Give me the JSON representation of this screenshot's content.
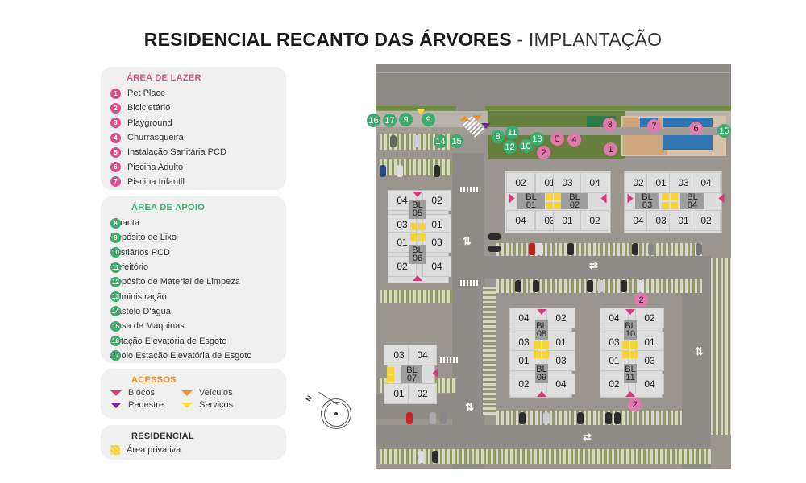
{
  "title": {
    "main": "RESIDENCIAL RECANTO DAS ÁRVORES",
    "sub": "- IMPLANTAÇÃO"
  },
  "legend": {
    "lazer": {
      "heading": "ÁREA DE LAZER",
      "color": "#d94f8a",
      "items": [
        {
          "n": "1",
          "label": "Pet Place"
        },
        {
          "n": "2",
          "label": "Bicicletário"
        },
        {
          "n": "3",
          "label": "Playground"
        },
        {
          "n": "4",
          "label": "Churrasqueira"
        },
        {
          "n": "5",
          "label": "Instalação Sanitária PCD"
        },
        {
          "n": "6",
          "label": "Piscina Adulto"
        },
        {
          "n": "7",
          "label": "Piscina Infantil"
        }
      ]
    },
    "apoio": {
      "heading": "ÁREA DE APOIO",
      "color": "#3dab6e",
      "items": [
        {
          "n": "8",
          "label": "Guarita"
        },
        {
          "n": "9",
          "label": "Depósito de Lixo"
        },
        {
          "n": "10",
          "label": "Vestiários PCD"
        },
        {
          "n": "11",
          "label": "Refeitório"
        },
        {
          "n": "12",
          "label": "Depósito de Material de Limpeza"
        },
        {
          "n": "13",
          "label": "Administração"
        },
        {
          "n": "14",
          "label": "Castelo D'água"
        },
        {
          "n": "15",
          "label": "Casa de Máquinas"
        },
        {
          "n": "16",
          "label": "Estação Elevatória de Esgoto"
        },
        {
          "n": "17",
          "label": "Apoio Estação Elevatória de Esgoto"
        }
      ]
    },
    "acessos": {
      "heading": "ACESSOS",
      "color": "#f0902c",
      "items": [
        {
          "label": "Blocos",
          "color": "#d63a7e"
        },
        {
          "label": "Veículos",
          "color": "#f0902c"
        },
        {
          "label": "Pedestre",
          "color": "#6b2d8c"
        },
        {
          "label": "Serviços",
          "color": "#f2e23a"
        }
      ]
    },
    "residencial": {
      "heading": "RESIDENCIAL",
      "items": [
        {
          "label": "Área privativa",
          "color": "#f3d43a"
        }
      ]
    }
  },
  "compass": {
    "label": "N"
  },
  "map": {
    "blocks": [
      {
        "id": "bl01",
        "name": "BL\n01"
      },
      {
        "id": "bl02",
        "name": "BL\n02"
      },
      {
        "id": "bl03",
        "name": "BL\n03"
      },
      {
        "id": "bl04",
        "name": "BL\n04"
      },
      {
        "id": "bl05",
        "name": "BL\n05"
      },
      {
        "id": "bl06",
        "name": "BL\n06"
      },
      {
        "id": "bl07",
        "name": "BL\n07"
      },
      {
        "id": "bl08",
        "name": "BL\n08"
      },
      {
        "id": "bl09",
        "name": "BL\n09"
      },
      {
        "id": "bl10",
        "name": "BL\n10"
      },
      {
        "id": "bl11",
        "name": "BL\n11"
      }
    ],
    "units": [
      "01",
      "02",
      "03",
      "04"
    ],
    "markers": {
      "m1": "1",
      "m2": "2",
      "m3": "3",
      "m4": "4",
      "m5": "5",
      "m6": "6",
      "m7": "7",
      "m8": "8",
      "m9": "9",
      "m10": "10",
      "m11": "11",
      "m12": "12",
      "m13": "13",
      "m14": "14",
      "m15": "15",
      "m16": "16",
      "m17": "17"
    }
  }
}
